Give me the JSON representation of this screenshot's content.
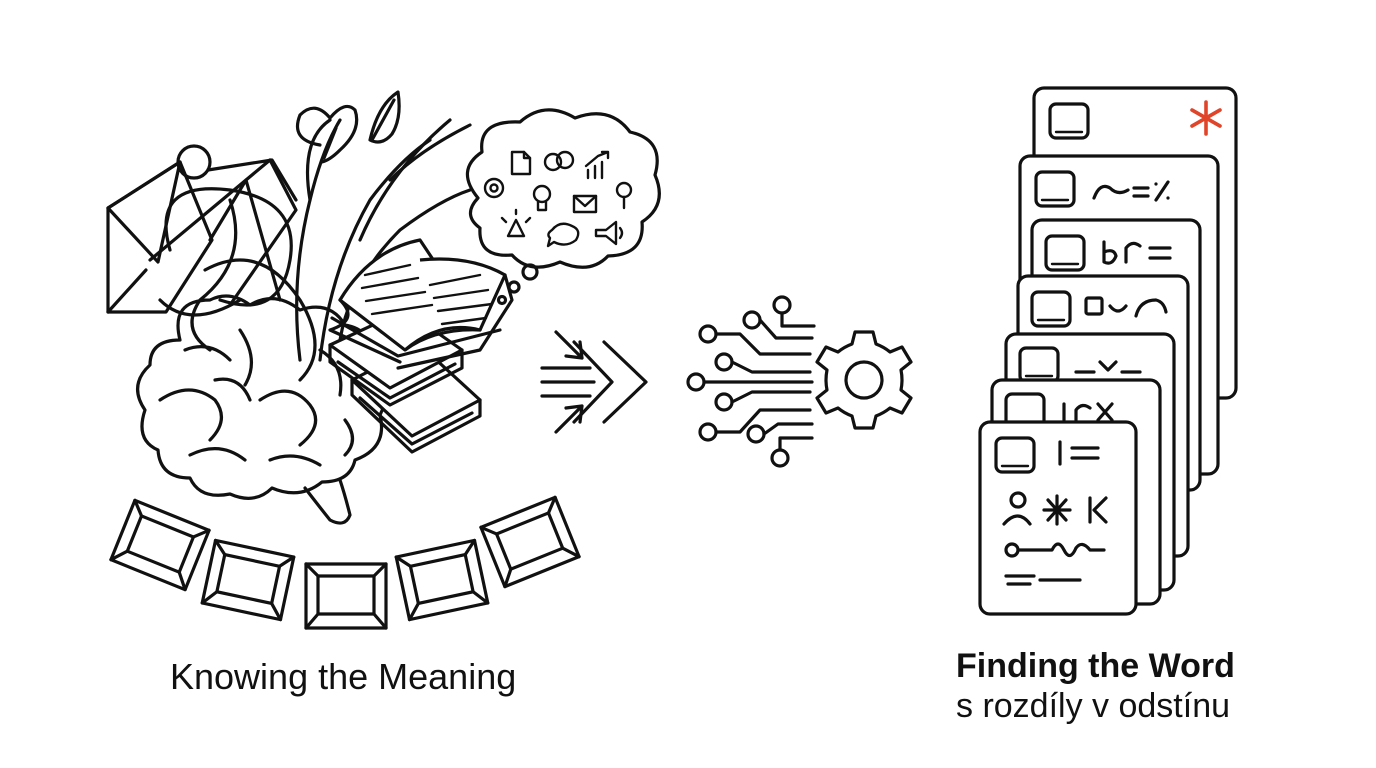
{
  "left_label": "Knowing the Meaning",
  "right_label": {
    "title": "Finding the Word",
    "subtitle": "s rozdíly v odstínu"
  },
  "colors": {
    "ink": "#111111",
    "accent": "#e0452a",
    "background": "#ffffff"
  },
  "icons": {
    "left_cluster": [
      "brain-icon",
      "open-book-icon",
      "book-stack-icon",
      "envelope-icon",
      "plant-sprout-icon",
      "thought-cloud-icon",
      "keyboard-key-icon"
    ],
    "thought_cloud": [
      "document-icon",
      "link-icon",
      "chart-icon",
      "at-sign-icon",
      "lightbulb-icon",
      "mail-icon",
      "pin-icon",
      "alert-icon",
      "speech-bubble-icon",
      "megaphone-icon"
    ],
    "middle": [
      "converging-arrows-icon",
      "circuit-icon",
      "gear-icon"
    ],
    "right_stack": [
      "word-card-icon",
      "asterisk-icon"
    ]
  }
}
